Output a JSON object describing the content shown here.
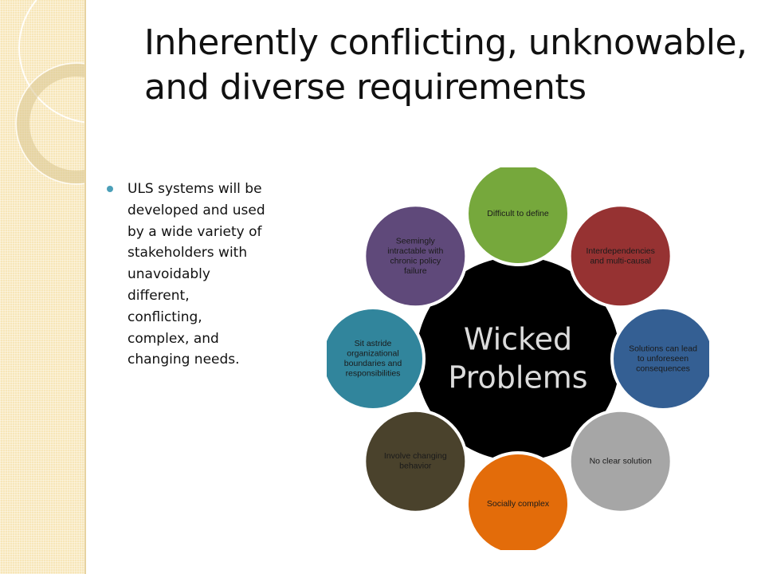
{
  "title": "Inherently conflicting, unknowable, and diverse requirements",
  "bullets": [
    "ULS systems will be developed and used by a wide variety of stakeholders with unavoidably different, conflicting, complex, and changing needs."
  ],
  "diagram": {
    "center": {
      "lines": [
        "Wicked",
        "Problems"
      ],
      "color": "#000000"
    },
    "nodes": [
      {
        "lines": [
          "Difficult to define"
        ],
        "color": "#76a83c"
      },
      {
        "lines": [
          "Interdependencies",
          "and multi-causal"
        ],
        "color": "#963232"
      },
      {
        "lines": [
          "Solutions can lead",
          "to unforeseen",
          "consequences"
        ],
        "color": "#345f93"
      },
      {
        "lines": [
          "No clear solution"
        ],
        "color": "#a6a6a6"
      },
      {
        "lines": [
          "Socially complex"
        ],
        "color": "#e36c0a"
      },
      {
        "lines": [
          "Involve changing",
          "behavior"
        ],
        "color": "#4a422c"
      },
      {
        "lines": [
          "Sit astride",
          "organizational",
          "boundaries and",
          "responsibilities"
        ],
        "color": "#31859c"
      },
      {
        "lines": [
          "Seemingly",
          "intractable with",
          "chronic policy",
          "failure"
        ],
        "color": "#5f497a"
      }
    ]
  },
  "theme": {
    "bullet_color": "#4b9fb8",
    "sidebar_color": "#f7e6b8"
  }
}
